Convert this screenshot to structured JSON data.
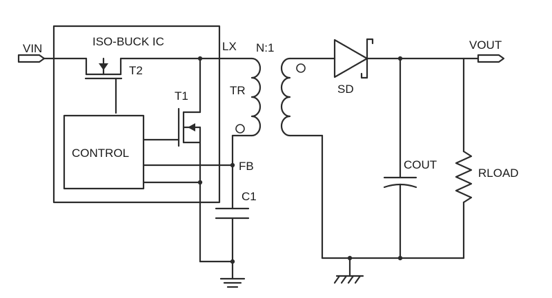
{
  "labels": {
    "vin": "VIN",
    "ic": "ISO-BUCK IC",
    "lx": "LX",
    "ratio": "N:1",
    "vout": "VOUT",
    "t2": "T2",
    "t1": "T1",
    "tr": "TR",
    "sd": "SD",
    "control": "CONTROL",
    "fb": "FB",
    "c1": "C1",
    "cout": "COUT",
    "rload": "RLOAD"
  }
}
